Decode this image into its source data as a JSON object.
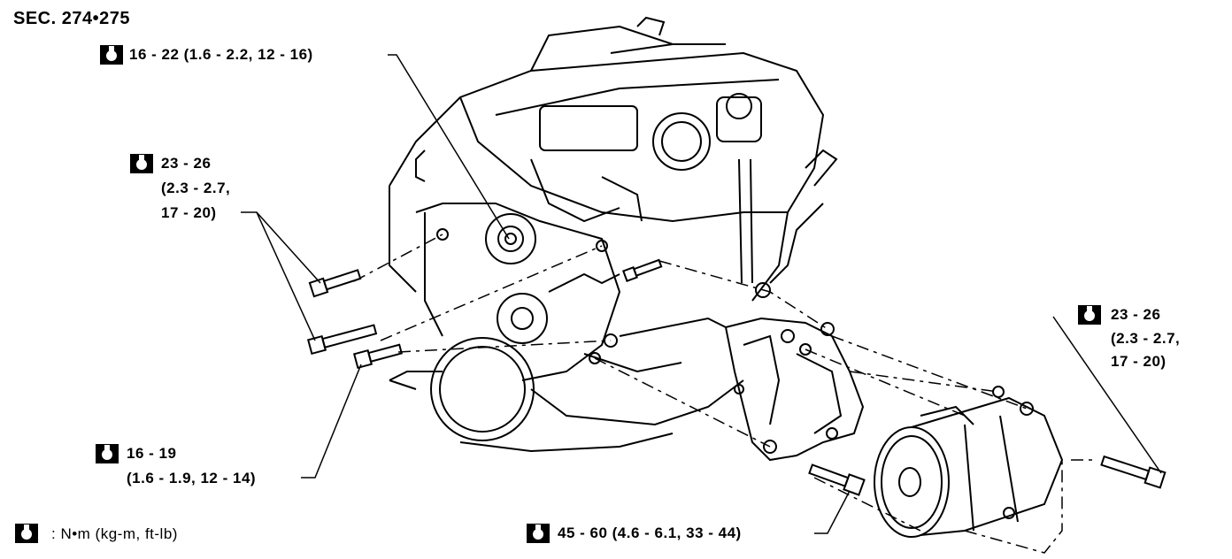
{
  "title": "SEC. 274•275",
  "torque_icon": "torque-wrench-icon",
  "callouts": {
    "top_center": "16 - 22 (1.6 - 2.2, 12 - 16)",
    "left_upper": [
      "23 - 26",
      "(2.3 - 2.7,",
      "17 - 20)"
    ],
    "right": [
      "23 - 26",
      "(2.3 - 2.7,",
      "17 - 20)"
    ],
    "left_lower": [
      "16 - 19",
      "(1.6 - 1.9, 12 - 14)"
    ],
    "bottom_center": "45 - 60 (4.6 - 6.1, 33 - 44)"
  },
  "legend": ": N•m (kg-m, ft-lb)"
}
